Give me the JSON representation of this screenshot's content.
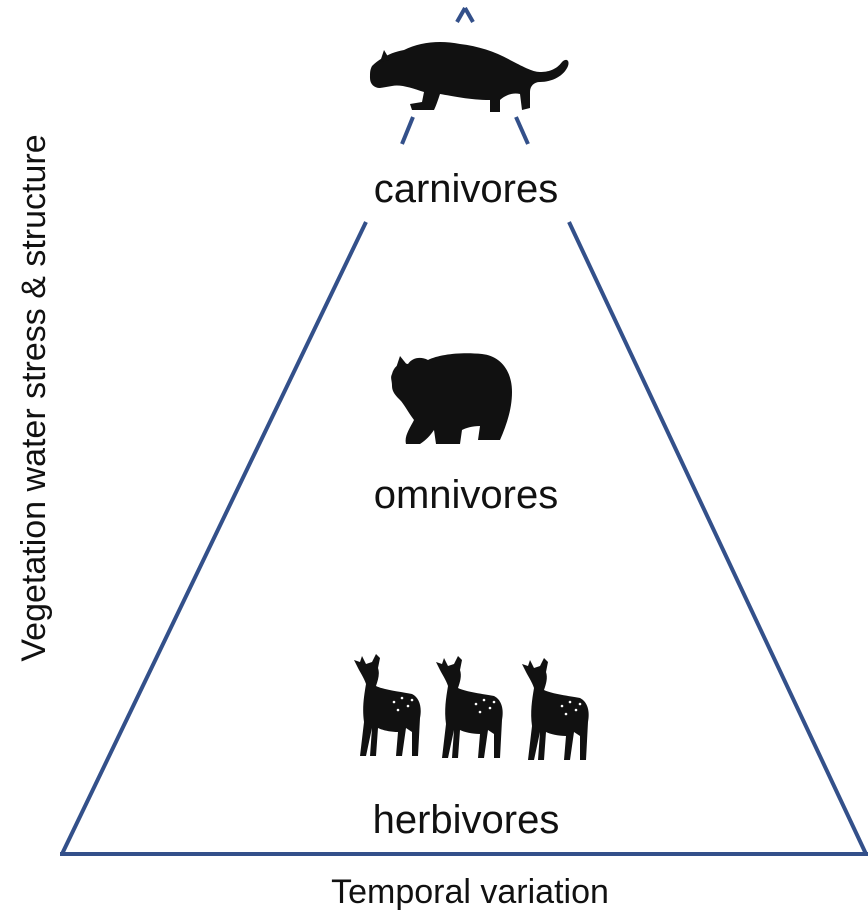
{
  "diagram": {
    "y_axis_label": "Vegetation water stress & structure",
    "x_axis_label": "Temporal variation",
    "levels": [
      {
        "label": "carnivores",
        "icon": "panther-icon"
      },
      {
        "label": "omnivores",
        "icon": "bear-icon"
      },
      {
        "label": "herbivores",
        "icon": "deer-icon",
        "icon_count": 3
      }
    ],
    "colors": {
      "triangle_edge": "#33508a",
      "silhouette": "#111111",
      "background": "#ffffff"
    }
  }
}
